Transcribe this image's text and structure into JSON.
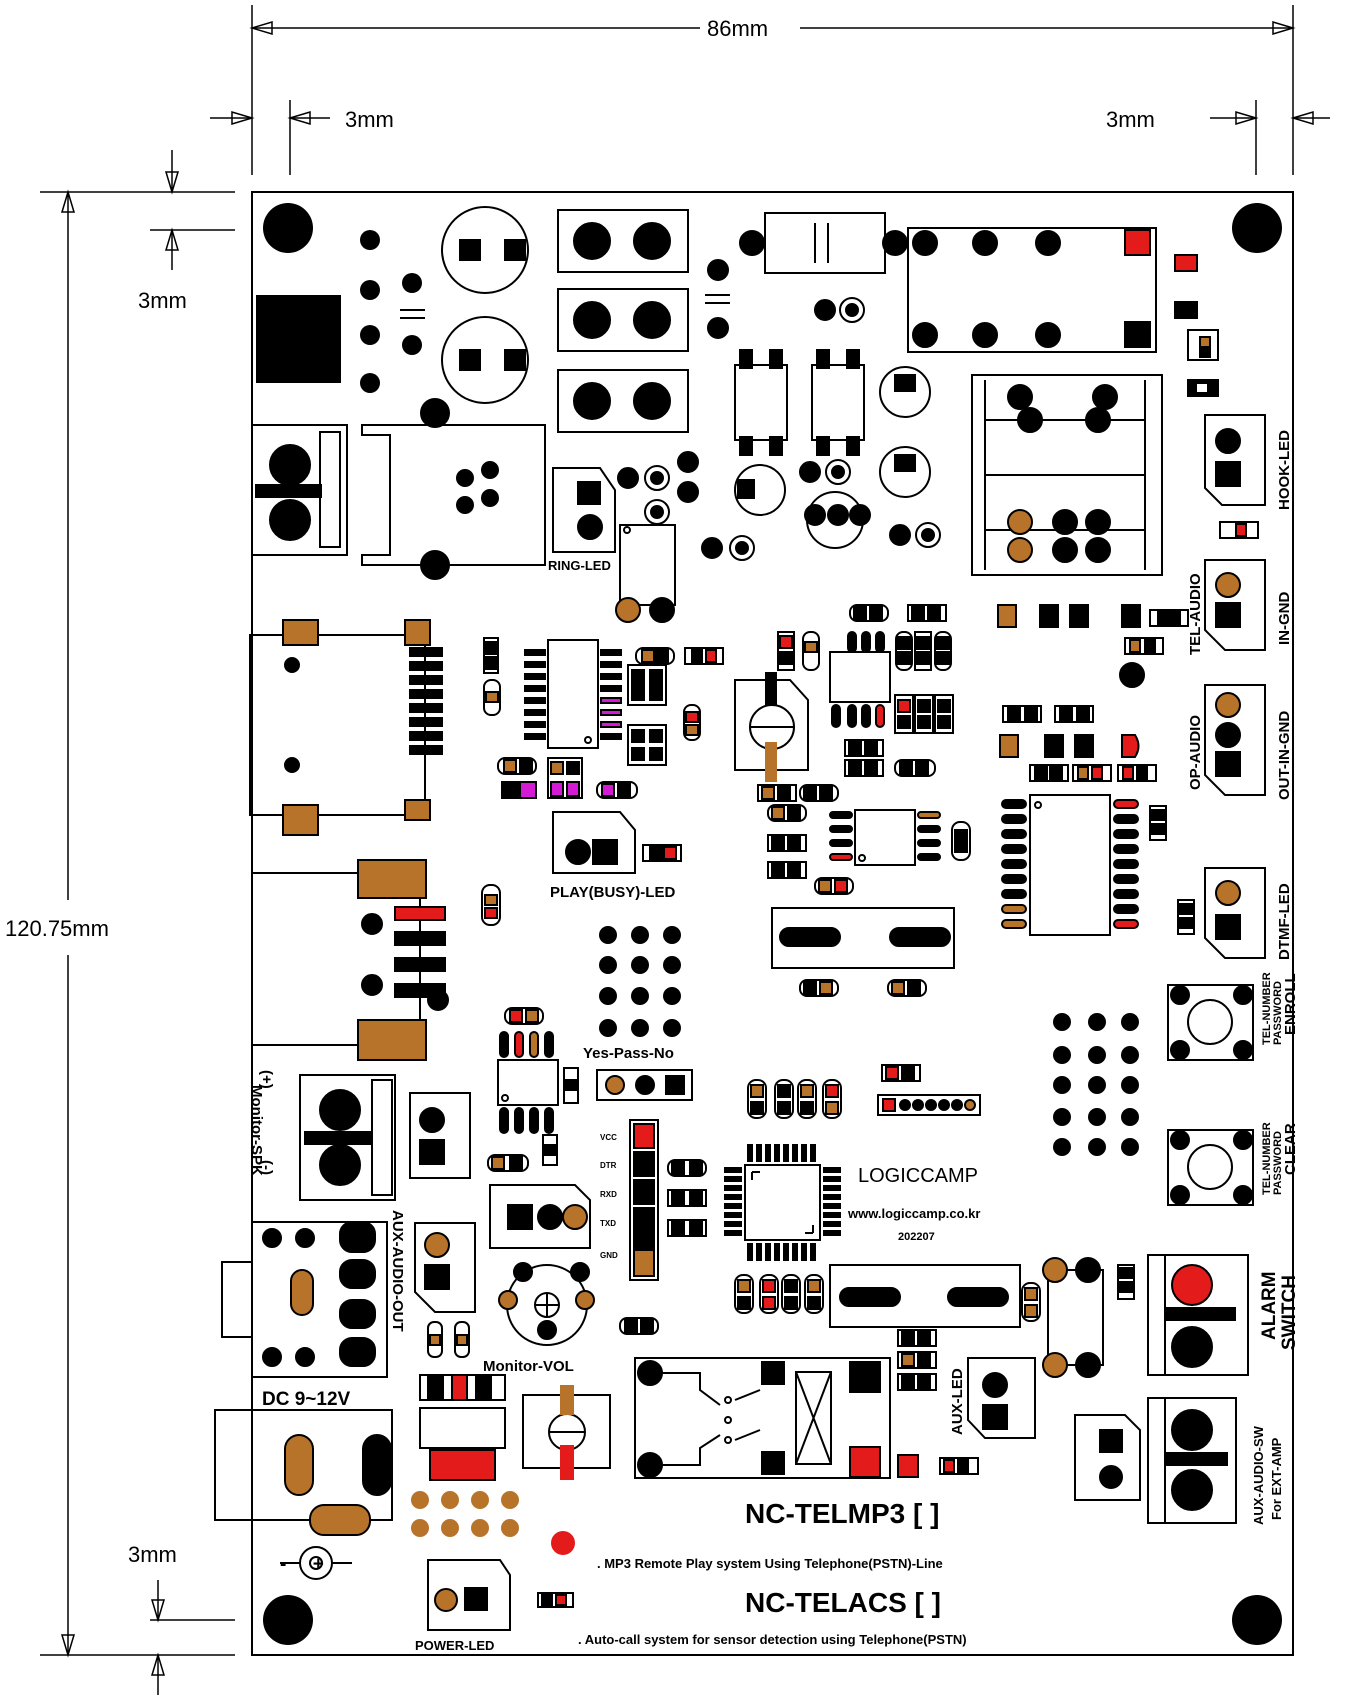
{
  "dimensions": {
    "width": "86mm",
    "height": "120.75mm",
    "margin_left": "3mm",
    "margin_right": "3mm",
    "margin_top": "3mm",
    "margin_bottom": "3mm"
  },
  "labels": {
    "ring_led": "RING-LED",
    "hook_led": "HOOK-LED",
    "tel_audio": "TEL-AUDIO",
    "in_gnd": "IN-GND",
    "op_audio": "OP-AUDIO",
    "out_in_gnd": "OUT-IN-GND",
    "play_busy_led": "PLAY(BUSY)-LED",
    "dtmf_led": "DTMF-LED",
    "tel_number_password_1": "TEL-NUMBER",
    "password_1": "PASSWORD",
    "enroll": "ENROLL",
    "tel_number_password_2": "TEL-NUMBER",
    "password_2": "PASSWORD",
    "clear": "CLEAR",
    "yes_pass_no": "Yes-Pass-No",
    "monitor_spk_plus": "(+)",
    "monitor_spk": "Monitor-SPK",
    "monitor_spk_minus": "(-)",
    "vcc": "VCC",
    "dtr": "DTR",
    "rxd": "RXD",
    "txd": "TXD",
    "gnd": "GND",
    "brand": "LOGICCAMP",
    "website": "www.logiccamp.co.kr",
    "date_code": "202207",
    "aux_audio_out": "AUX-AUDIO-OUT",
    "alarm": "ALARM",
    "switch": "SWITCH",
    "monitor_vol": "Monitor-VOL",
    "aux_led": "AUX-LED",
    "dc_input": "DC 9~12V",
    "aux_audio_sw": "AUX-AUDIO-SW",
    "for_ext_amp": "For EXT-AMP",
    "product_1": "NC-TELMP3 [    ]",
    "product_1_desc": ". MP3 Remote Play system Using Telephone(PSTN)-Line",
    "product_2": "NC-TELACS [    ]",
    "product_2_desc": ". Auto-call system for sensor detection using Telephone(PSTN)",
    "power_led": "POWER-LED",
    "polarity": "-     +"
  },
  "colors": {
    "copper": "#b8732a",
    "red": "#e31b1b",
    "magenta": "#d21bd2",
    "black": "#000000"
  }
}
